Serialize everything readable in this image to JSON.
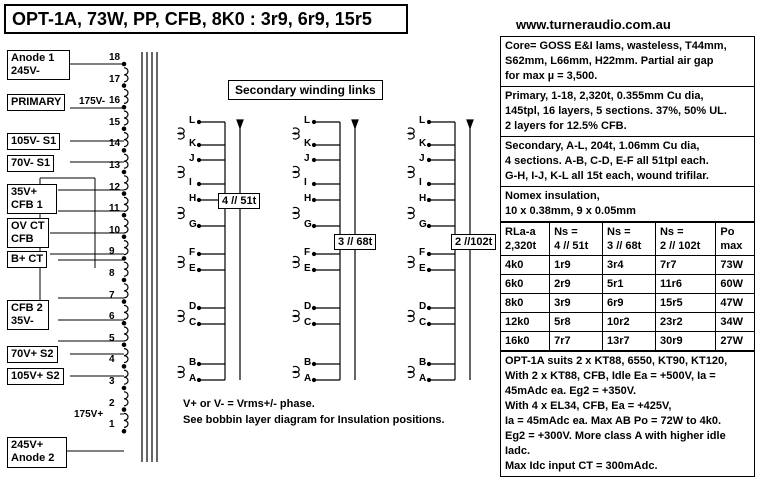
{
  "title": "OPT-1A, 73W, PP, CFB, 8K0 : 3r9, 6r9, 15r5",
  "website": "www.turneraudio.com.au",
  "secondary_header": "Secondary winding links",
  "primary_labels": {
    "anode1_line1": "Anode 1",
    "anode1_line2": "245V-",
    "primary": "PRIMARY",
    "v175_top": "175V-",
    "s1_105": "105V- S1",
    "s1_70": "70V- S1",
    "cfb1_line1": "35V+",
    "cfb1_line2": "CFB 1",
    "ovct_line1": "OV CT",
    "ovct_line2": "CFB",
    "bct": "B+ CT",
    "cfb2_line1": "CFB 2",
    "cfb2_line2": "35V-",
    "s2_70": "70V+ S2",
    "s2_105": "105V+ S2",
    "v175_bottom": "175V+",
    "anode2_line1": "245V+",
    "anode2_line2": "Anode 2"
  },
  "pin_numbers": [
    "18",
    "17",
    "16",
    "15",
    "14",
    "13",
    "12",
    "11",
    "10",
    "9",
    "8",
    "7",
    "6",
    "5",
    "4",
    "3",
    "2",
    "1"
  ],
  "secondary_groups": [
    {
      "ratio": "4 // 51t",
      "letters": [
        "L",
        "K",
        "J",
        "I",
        "H",
        "G",
        "F",
        "E",
        "D",
        "C",
        "B",
        "A"
      ]
    },
    {
      "ratio": "3 // 68t",
      "letters": [
        "L",
        "K",
        "J",
        "I",
        "H",
        "G",
        "F",
        "E",
        "D",
        "C",
        "B",
        "A"
      ]
    },
    {
      "ratio": "2 //102t",
      "letters": [
        "L",
        "K",
        "J",
        "I",
        "H",
        "G",
        "F",
        "E",
        "D",
        "C",
        "B",
        "A"
      ]
    }
  ],
  "notes": {
    "line1": "V+ or V- = Vrms+/- phase.",
    "line2": "See bobbin layer diagram for Insulation positions."
  },
  "panel": {
    "core": [
      "Core= GOSS E&I lams, wasteless, T44mm,",
      "S62mm, L66mm, H22mm. Partial air gap",
      "for max µ = 3,500."
    ],
    "primary": [
      "Primary, 1-18, 2,320t, 0.355mm Cu dia,",
      "145tpl, 16 layers, 5 sections. 37%, 50% UL.",
      "2 layers for 12.5% CFB."
    ],
    "secondary": [
      "Secondary, A-L, 204t, 1.06mm Cu dia,",
      "4 sections. A-B, C-D, E-F all 51tpl each.",
      "G-H, I-J, K-L all 15t each, wound trifilar."
    ],
    "insulation": [
      "Nomex insulation,",
      "10 x 0.38mm, 9 x 0.05mm"
    ],
    "table_header": [
      [
        "RLa-a",
        "2,320t"
      ],
      [
        "Ns =",
        "4 // 51t"
      ],
      [
        "Ns =",
        "3 // 68t"
      ],
      [
        "Ns =",
        "2 // 102t"
      ],
      [
        "Po",
        "max"
      ]
    ],
    "table_rows": [
      [
        "4k0",
        "1r9",
        "3r4",
        "7r7",
        "73W"
      ],
      [
        "6k0",
        "2r9",
        "5r1",
        "11r6",
        "60W"
      ],
      [
        "8k0",
        "3r9",
        "6r9",
        "15r5",
        "47W"
      ],
      [
        "12k0",
        "5r8",
        "10r2",
        "23r2",
        "34W"
      ],
      [
        "16k0",
        "7r7",
        "13r7",
        "30r9",
        "27W"
      ]
    ],
    "suits": [
      "OPT-1A suits 2 x KT88, 6550, KT90, KT120,",
      "With 2 x KT88, CFB, Idle Ea = +500V, Ia =",
      "45mAdc ea. Eg2 = +350V.",
      "With 4 x EL34, CFB, Ea = +425V,",
      "Ia = 45mAdc ea.  Max AB Po = 72W to 4k0.",
      "Eg2 = +300V. More class A with higher idle",
      "Iadc.",
      "Max Idc input CT = 300mAdc."
    ]
  }
}
